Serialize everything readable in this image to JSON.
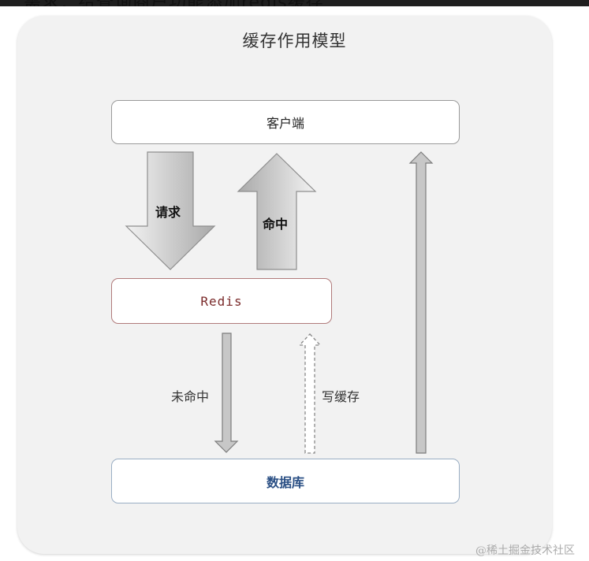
{
  "header_partial_text": "需求：给查询商户功能添加redis缓存",
  "diagram": {
    "title": "缓存作用模型",
    "nodes": {
      "client": "客户端",
      "redis": "Redis",
      "database": "数据库"
    },
    "edges": {
      "request": "请求",
      "hit": "命中",
      "miss": "未命中",
      "write_cache": "写缓存"
    }
  },
  "watermark": "@稀土掘金技术社区",
  "colors": {
    "card_background": "#f2f2f2",
    "redis_text": "#7a2a2a",
    "database_text": "#2a4f84"
  }
}
